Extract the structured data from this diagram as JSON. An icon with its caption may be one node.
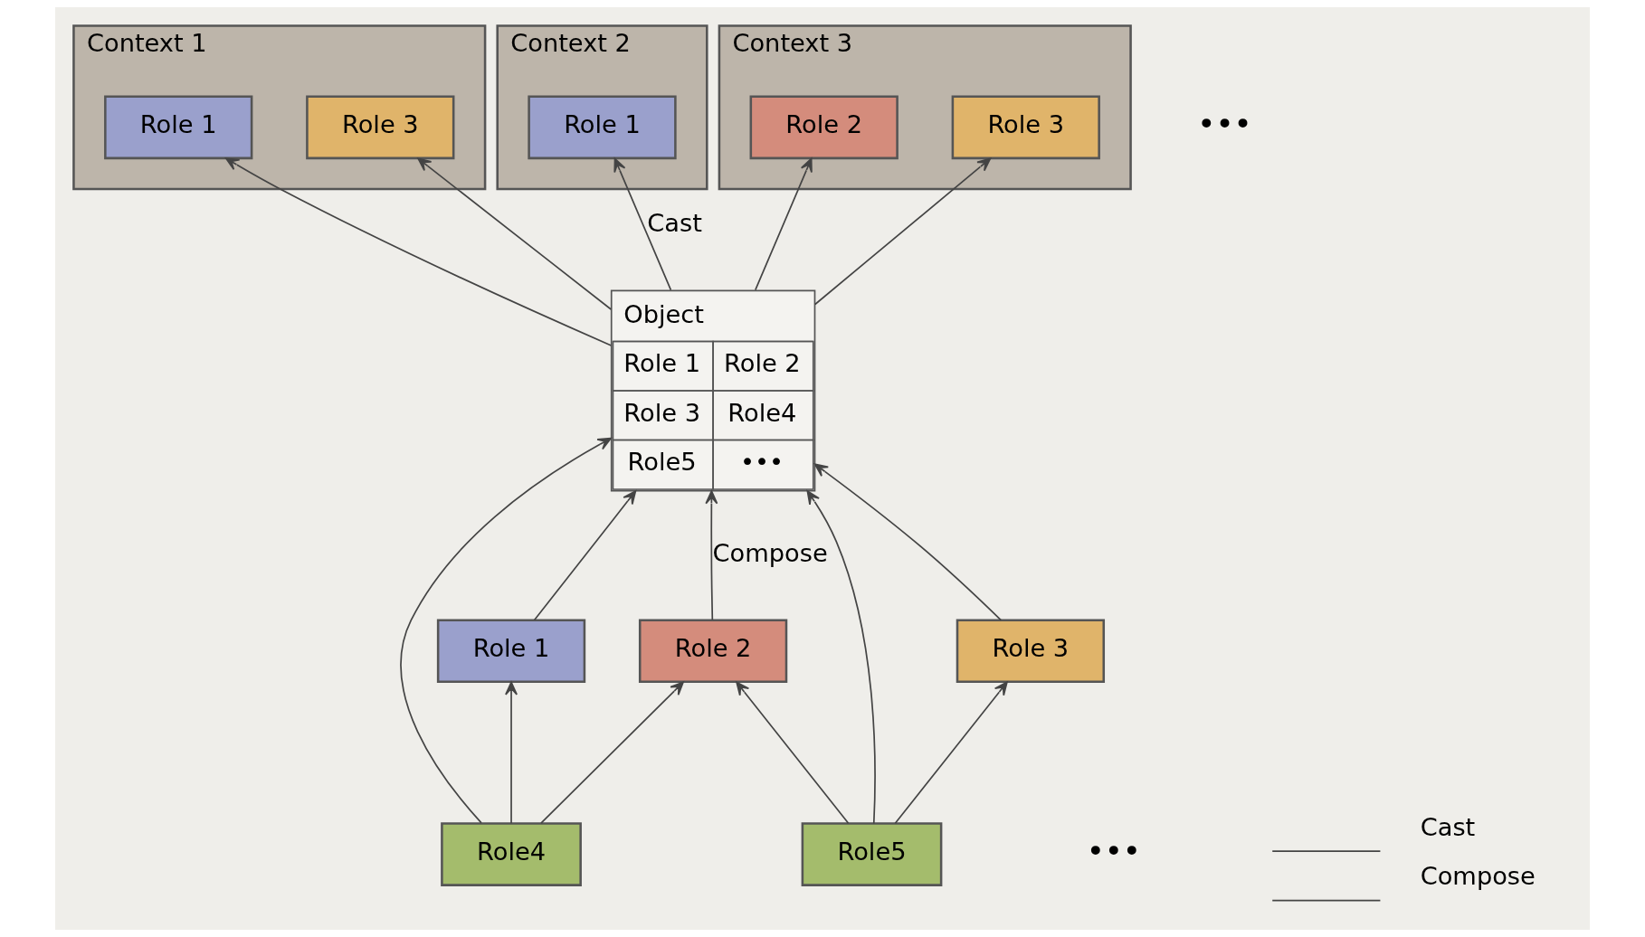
{
  "diagram": {
    "nodes": [
      {
        "text": [
          "Context 1"
        ]
      },
      {
        "text": [
          "Role 1"
        ],
        "in": 0
      },
      {
        "text": [
          "Role 3"
        ],
        "in": 0
      },
      {
        "text": [
          "Context 2"
        ]
      },
      {
        "text": [
          "Role 1"
        ],
        "in": 3
      },
      {
        "text": [
          "Context 3"
        ]
      },
      {
        "text": [
          "Role 2"
        ],
        "in": 5
      },
      {
        "text": [
          "Role 3"
        ],
        "in": 5
      },
      {
        "text": [
          "Object",
          "Role 1",
          "Role 2",
          "Role 3",
          "Role4",
          "Role5",
          "•••"
        ]
      },
      {
        "text": [
          "Role 1"
        ]
      },
      {
        "text": [
          "Role 2"
        ]
      },
      {
        "text": [
          "Role 3"
        ]
      },
      {
        "text": [
          "Role4"
        ]
      },
      {
        "text": [
          "Role5"
        ]
      }
    ],
    "edges": [
      {
        "from": 8,
        "to": 1,
        "arrow": "to"
      },
      {
        "from": 8,
        "to": 2,
        "arrow": "to"
      },
      {
        "from": 8,
        "to": 4,
        "arrow": "to",
        "label": "Cast"
      },
      {
        "from": 8,
        "to": 6,
        "arrow": "to"
      },
      {
        "from": 8,
        "to": 7,
        "arrow": "to"
      },
      {
        "from": 9,
        "to": 8,
        "arrow": "to"
      },
      {
        "from": 12,
        "to": 8,
        "arrow": "to"
      },
      {
        "from": 10,
        "to": 8,
        "arrow": "to",
        "label": "Compose"
      },
      {
        "from": 13,
        "to": 8,
        "arrow": "to"
      },
      {
        "from": 11,
        "to": 8,
        "arrow": "to"
      },
      {
        "from": 12,
        "to": 9,
        "arrow": "to"
      },
      {
        "from": 12,
        "to": 10,
        "arrow": "to"
      },
      {
        "from": 13,
        "to": 10,
        "arrow": "to"
      },
      {
        "from": 13,
        "to": 11,
        "arrow": "to"
      }
    ],
    "labels": [
      "•••",
      "•••"
    ],
    "legend": [
      {
        "text": "Cast"
      },
      {
        "text": "Compose"
      }
    ]
  }
}
